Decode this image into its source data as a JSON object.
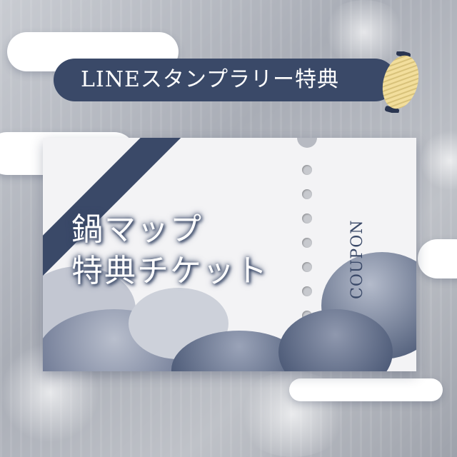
{
  "banner": {
    "text": "LINEスタンプラリー特典"
  },
  "ticket": {
    "title_line1": "鍋マップ",
    "title_line2": "特典チケット",
    "coupon_label": "COUPON"
  },
  "colors": {
    "navy": "#3a4968",
    "lantern": "#f0dc9a",
    "ticket": "#f3f3f5"
  }
}
